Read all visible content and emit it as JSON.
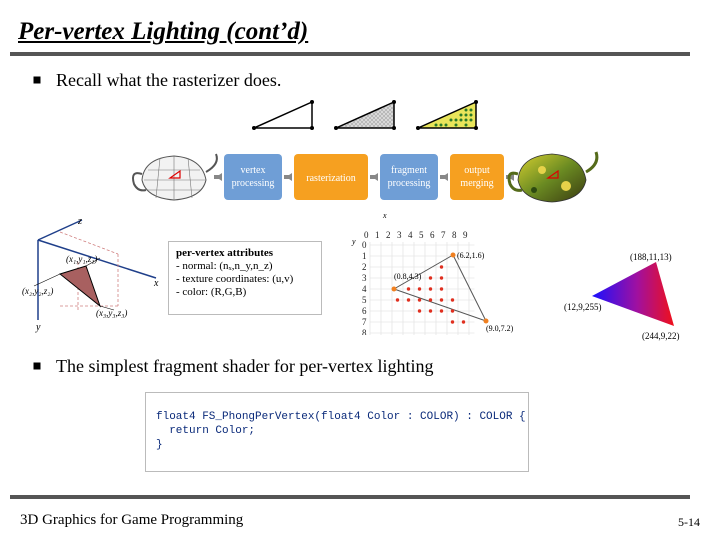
{
  "title": "Per-vertex Lighting (cont’d)",
  "bullets": [
    "Recall what the rasterizer does.",
    "The simplest fragment shader for per-vertex lighting"
  ],
  "pipeline": {
    "stages": [
      "vertex\nprocessing",
      "rasterization",
      "fragment\nprocessing",
      "output\nmerging"
    ],
    "stage_lines": [
      [
        "vertex",
        "processing"
      ],
      [
        "rasterization"
      ],
      [
        "fragment",
        "processing"
      ],
      [
        "output",
        "merging"
      ]
    ]
  },
  "attributes": {
    "heading": "per-vertex attributes",
    "lines": [
      "- normal: (nₓ,n_y,n_z)",
      "- texture coordinates: (u,v)",
      "- color: (R,G,B)"
    ]
  },
  "axes3d": {
    "z": "z",
    "x": "x",
    "y": "y",
    "v1": "(x₁,y₁,z₁)",
    "v2": "(x₂,y₂,z₂)",
    "v3": "(x₃,y₃,z₃)"
  },
  "grid": {
    "xaxis": "x",
    "yaxis": "y",
    "cols": [
      "0",
      "1",
      "2",
      "3",
      "4",
      "5",
      "6",
      "7",
      "8",
      "9"
    ],
    "rows": [
      "0",
      "1",
      "2",
      "3",
      "4",
      "5",
      "6",
      "7",
      "8"
    ],
    "p1": "(6.2,1.6)",
    "p2": "(0.8,4.3)",
    "p3": "(9.0,7.2)"
  },
  "colortri": {
    "c1": "(188,11,13)",
    "c2": "(12,9,255)",
    "c3": "(244,9,22)"
  },
  "code": {
    "line1": "float4 FS_PhongPerVertex(float4 Color : COLOR) : COLOR {",
    "line2": "  return Color;",
    "line3": "}"
  },
  "footer": {
    "left": "3D Graphics for Game Programming",
    "right": "5-14"
  }
}
